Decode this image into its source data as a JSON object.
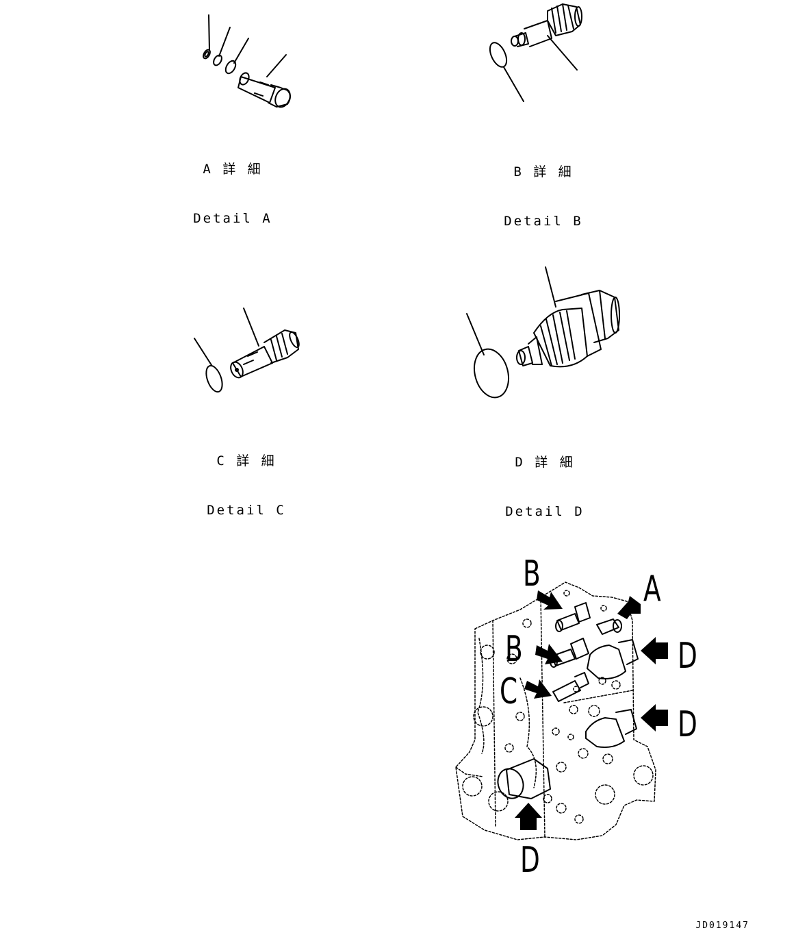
{
  "details": {
    "a": {
      "line1": "A 詳 細",
      "line2": "Detail A"
    },
    "b": {
      "line1": "B 詳 細",
      "line2": "Detail B"
    },
    "c": {
      "line1": "C 詳 細",
      "line2": "Detail C"
    },
    "d": {
      "line1": "D 詳 細",
      "line2": "Detail D"
    }
  },
  "callouts": {
    "b_upper": "B",
    "b_lower": "B",
    "a": "A",
    "c": "C",
    "d_upper": "D",
    "d_middle": "D",
    "d_bottom": "D"
  },
  "drawing_code": "JD019147"
}
